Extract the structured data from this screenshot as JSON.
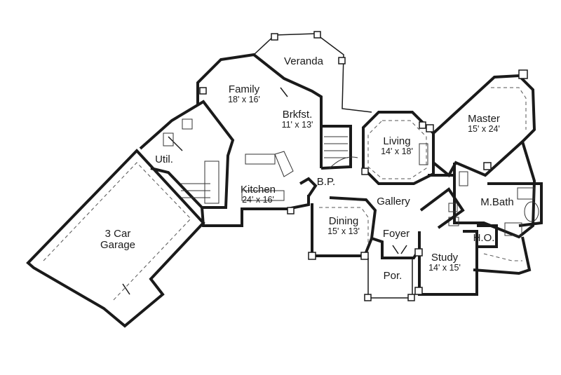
{
  "rooms": {
    "veranda": {
      "name": "Veranda"
    },
    "family": {
      "name": "Family",
      "dim": "18' x 16'"
    },
    "brkfst": {
      "name": "Brkfst.",
      "dim": "11' x 13'"
    },
    "living": {
      "name": "Living",
      "dim": "14' x 18'"
    },
    "master": {
      "name": "Master",
      "dim": "15' x 24'"
    },
    "util": {
      "name": "Util."
    },
    "kitchen": {
      "name": "Kitchen",
      "dim": "24' x 16'"
    },
    "bp": {
      "name": "B.P."
    },
    "gallery": {
      "name": "Gallery"
    },
    "mbath": {
      "name": "M.Bath"
    },
    "garage": {
      "name": "3 Car",
      "dim": "Garage"
    },
    "dining": {
      "name": "Dining",
      "dim": "15' x 13'"
    },
    "foyer": {
      "name": "Foyer"
    },
    "ho": {
      "name": "H.O."
    },
    "study": {
      "name": "Study",
      "dim": "14' x 15'"
    },
    "por": {
      "name": "Por."
    }
  },
  "colors": {
    "line": "#1a1a1a",
    "background": "#ffffff"
  }
}
